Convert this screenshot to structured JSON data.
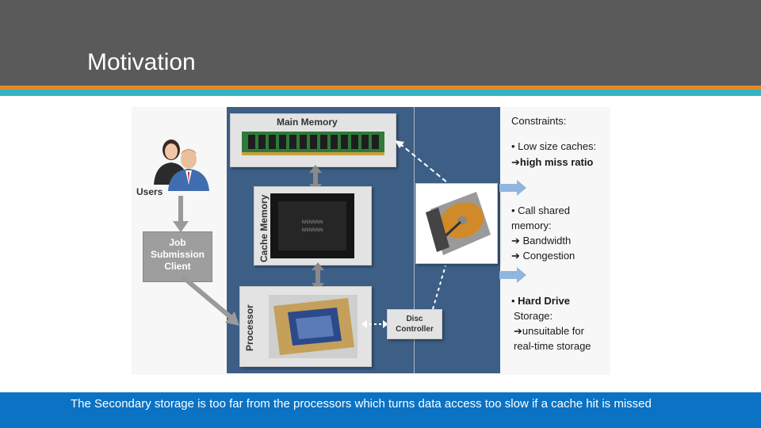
{
  "header": {
    "title": "Motivation"
  },
  "diagram": {
    "users_label": "Users",
    "job_client": [
      "Job",
      "Submission",
      "Client"
    ],
    "main_memory": "Main Memory",
    "cache_memory": "Cache Memory",
    "processor": "Processor",
    "disc_controller": [
      "Disc",
      "Controller"
    ],
    "constraints": {
      "title": "Constraints:",
      "c1_line1": "•  Low size caches:",
      "c1_line2": "high miss ratio",
      "c2_line1": "•  Call shared",
      "c2_line2": "memory:",
      "c2_line3": "Bandwidth",
      "c2_line4": "Congestion",
      "c3_bullet": "•  ",
      "c3_bold": "Hard Drive",
      "c3_line2": "Storage:",
      "c3_line3": "unsuitable for",
      "c3_line4": "real-time storage"
    }
  },
  "footer": {
    "caption": "The Secondary storage is too far from the processors which turns data access too slow if a cache hit is missed"
  },
  "colors": {
    "header": "#5a5a5a",
    "orange": "#e08a2c",
    "teal": "#36b3c2",
    "footer": "#0b72c4",
    "panel": "#3d5f86"
  }
}
